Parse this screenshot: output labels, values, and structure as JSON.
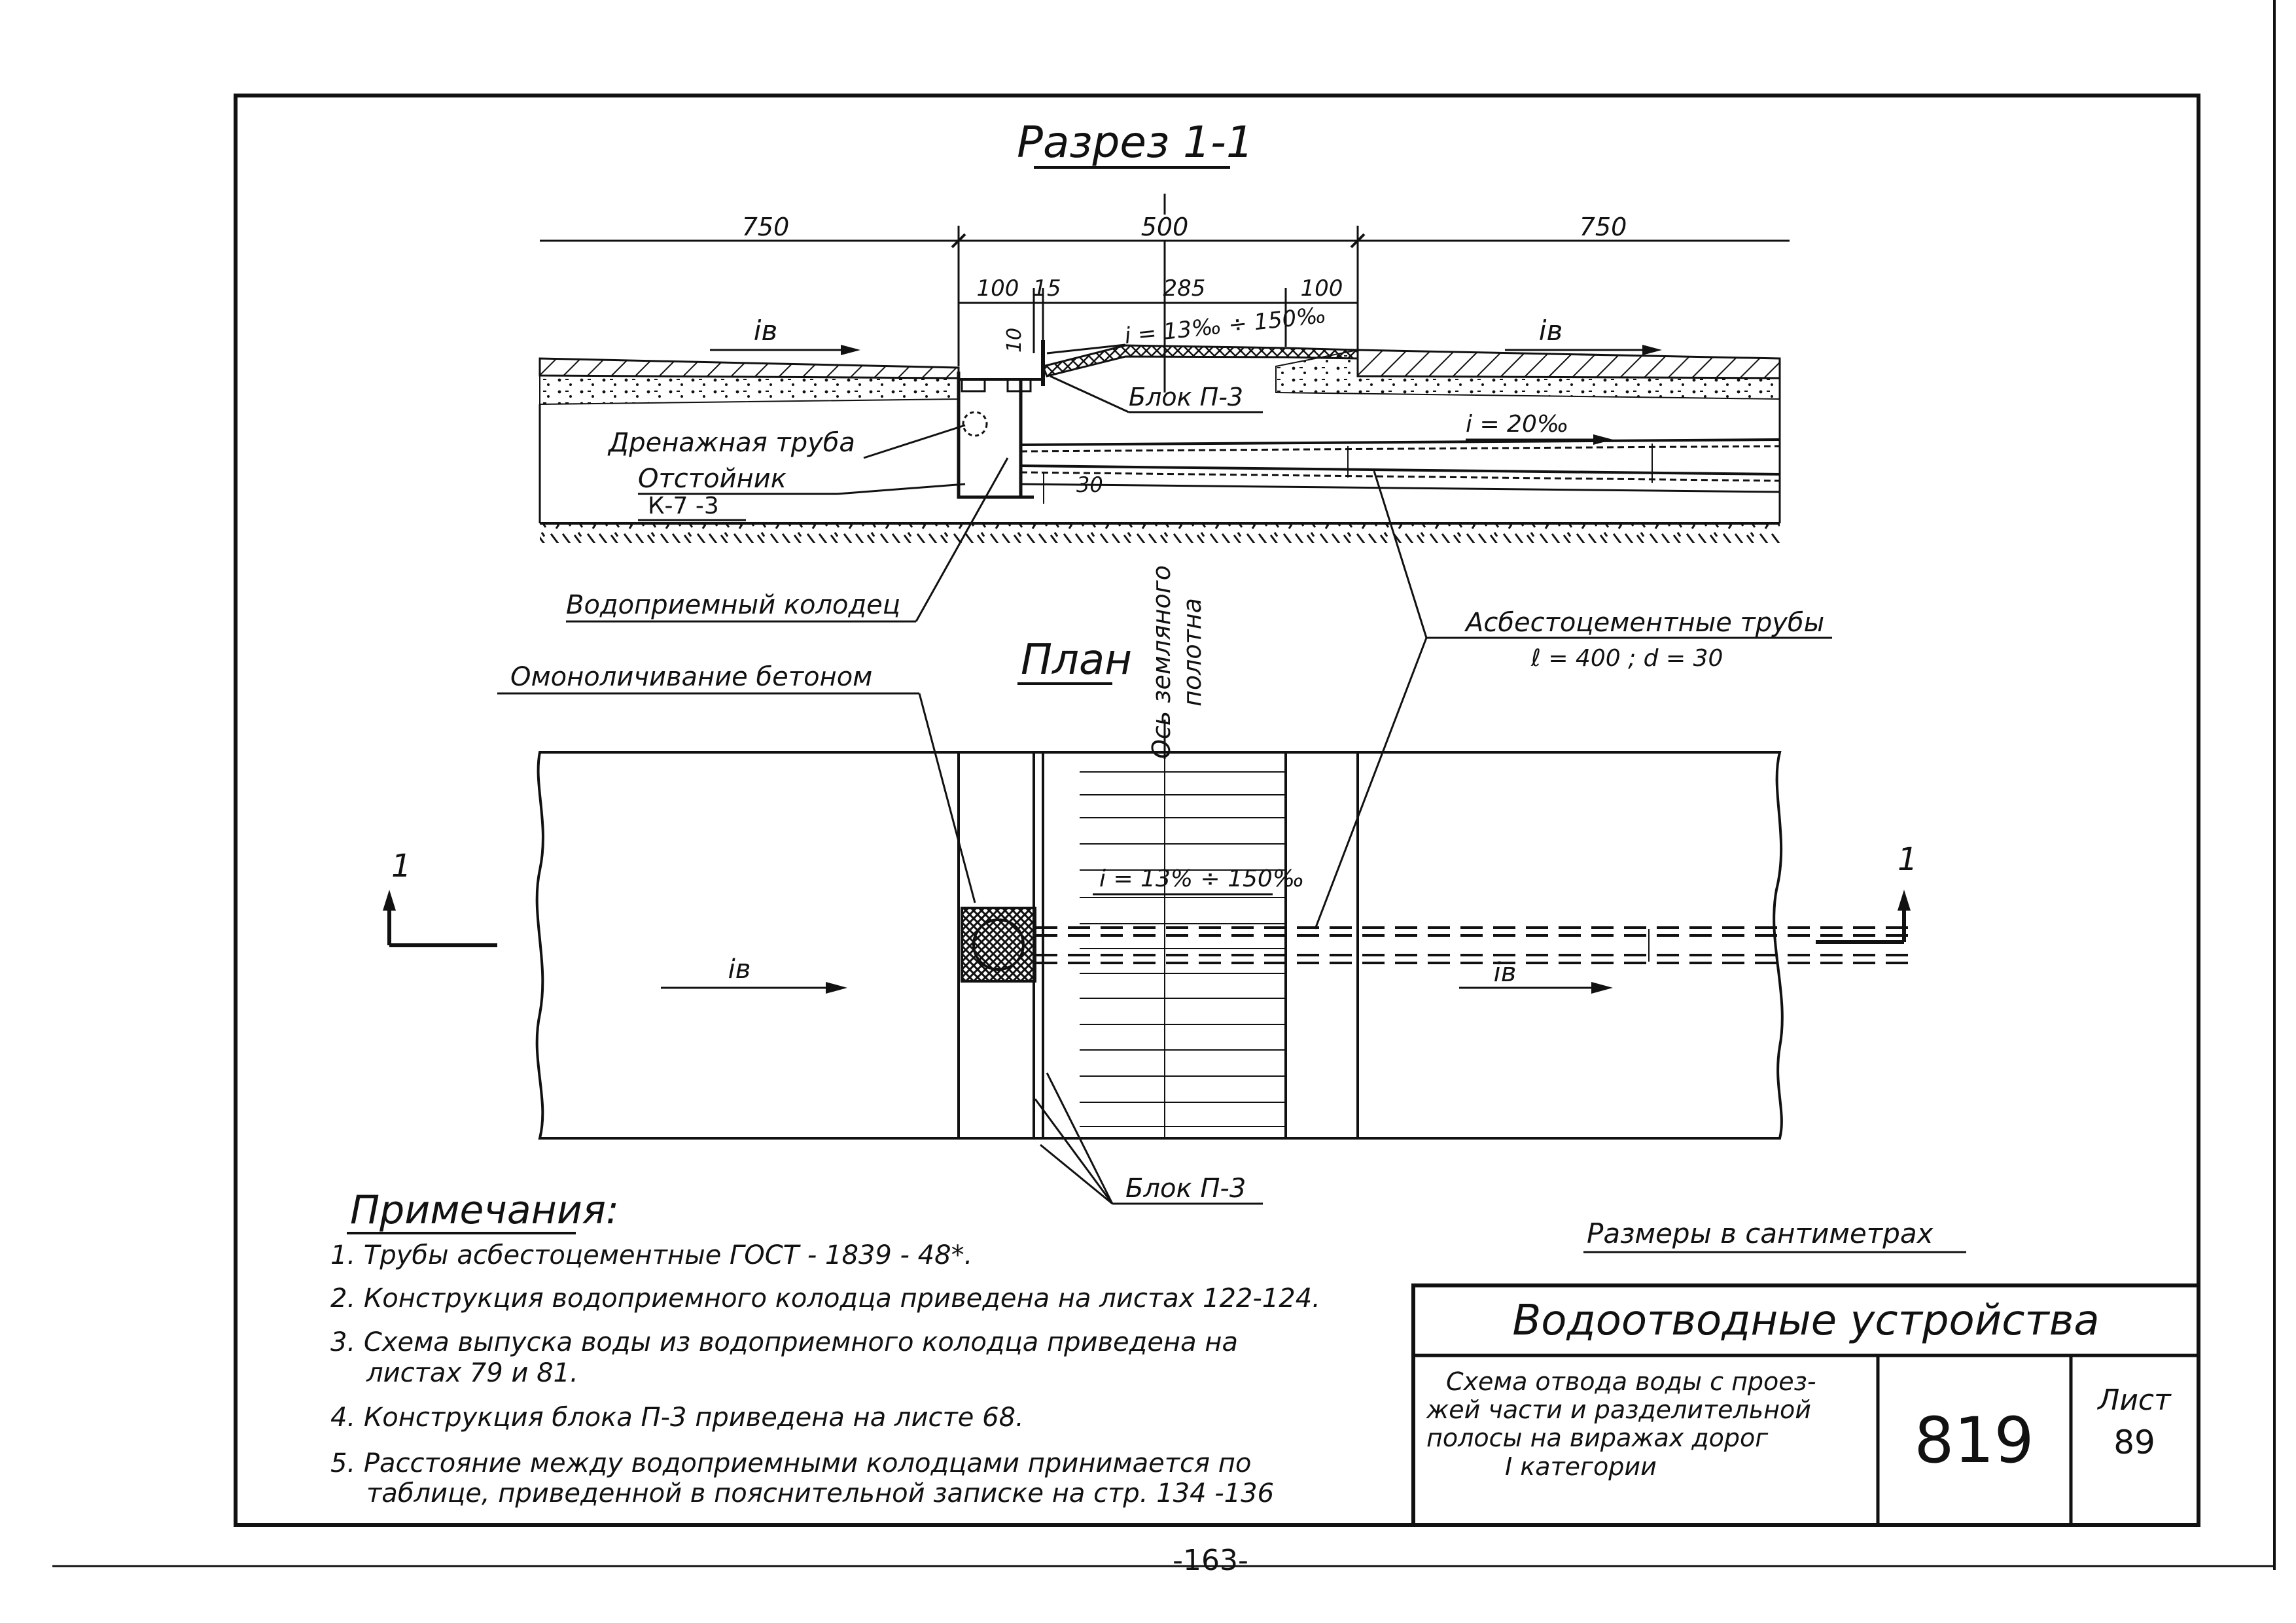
{
  "section": {
    "title": "Разрез 1-1",
    "dims_top": [
      "750",
      "500",
      "750"
    ],
    "dims_mid": [
      "100",
      "15",
      "285",
      "100"
    ],
    "dim_10": "10",
    "dim_30": "30",
    "slope_main": "i = 13‰ ÷ 150‰",
    "slope_pipe": "i = 20‰",
    "iv_left": "iв",
    "iv_right": "iв",
    "block_label": "Блок П-3"
  },
  "labels": {
    "drain_pipe": "Дренажная труба",
    "settler": "Отстойник",
    "settler_code": "К-7 -3",
    "intake_well": "Водоприемный колодец",
    "asbestos_pipes": "Асбестоцементные трубы",
    "pipe_dims": "ℓ = 400 ;  d = 30",
    "concrete": "Омоноличивание бетоном",
    "axis_1": "Ось земляного",
    "axis_2": "полотна"
  },
  "plan": {
    "title": "План",
    "slope": "i = 13% ÷ 150‰",
    "iv_left": "iв",
    "iv_right": "iв",
    "cut_left": "1",
    "cut_right": "1",
    "block_label": "Блок П-3"
  },
  "notes": {
    "title": "Примечания:",
    "items": [
      "1. Трубы асбестоцементные ГОСТ - 1839 - 48*.",
      "2. Конструкция водоприемного колодца приведена на листах 122-124.",
      "3. Схема выпуска воды из водоприемного колодца приведена на",
      "листах 79 и 81.",
      "4. Конструкция блока П-3 приведена на листе 68.",
      "5. Расстояние между водоприемными колодцами принимается по",
      "таблице, приведенной в пояснительной записке на стр. 134 -136"
    ]
  },
  "sizes_note": "Размеры в сантиметрах",
  "title_block": {
    "title": "Водоотводные устройства",
    "desc": [
      "Схема отвода воды с проез-",
      "жей части и разделительной",
      "полосы на виражах дорог",
      "I категории"
    ],
    "number": "819",
    "sheet_label": "Лист",
    "sheet_no": "89"
  },
  "page_number": "-163-"
}
